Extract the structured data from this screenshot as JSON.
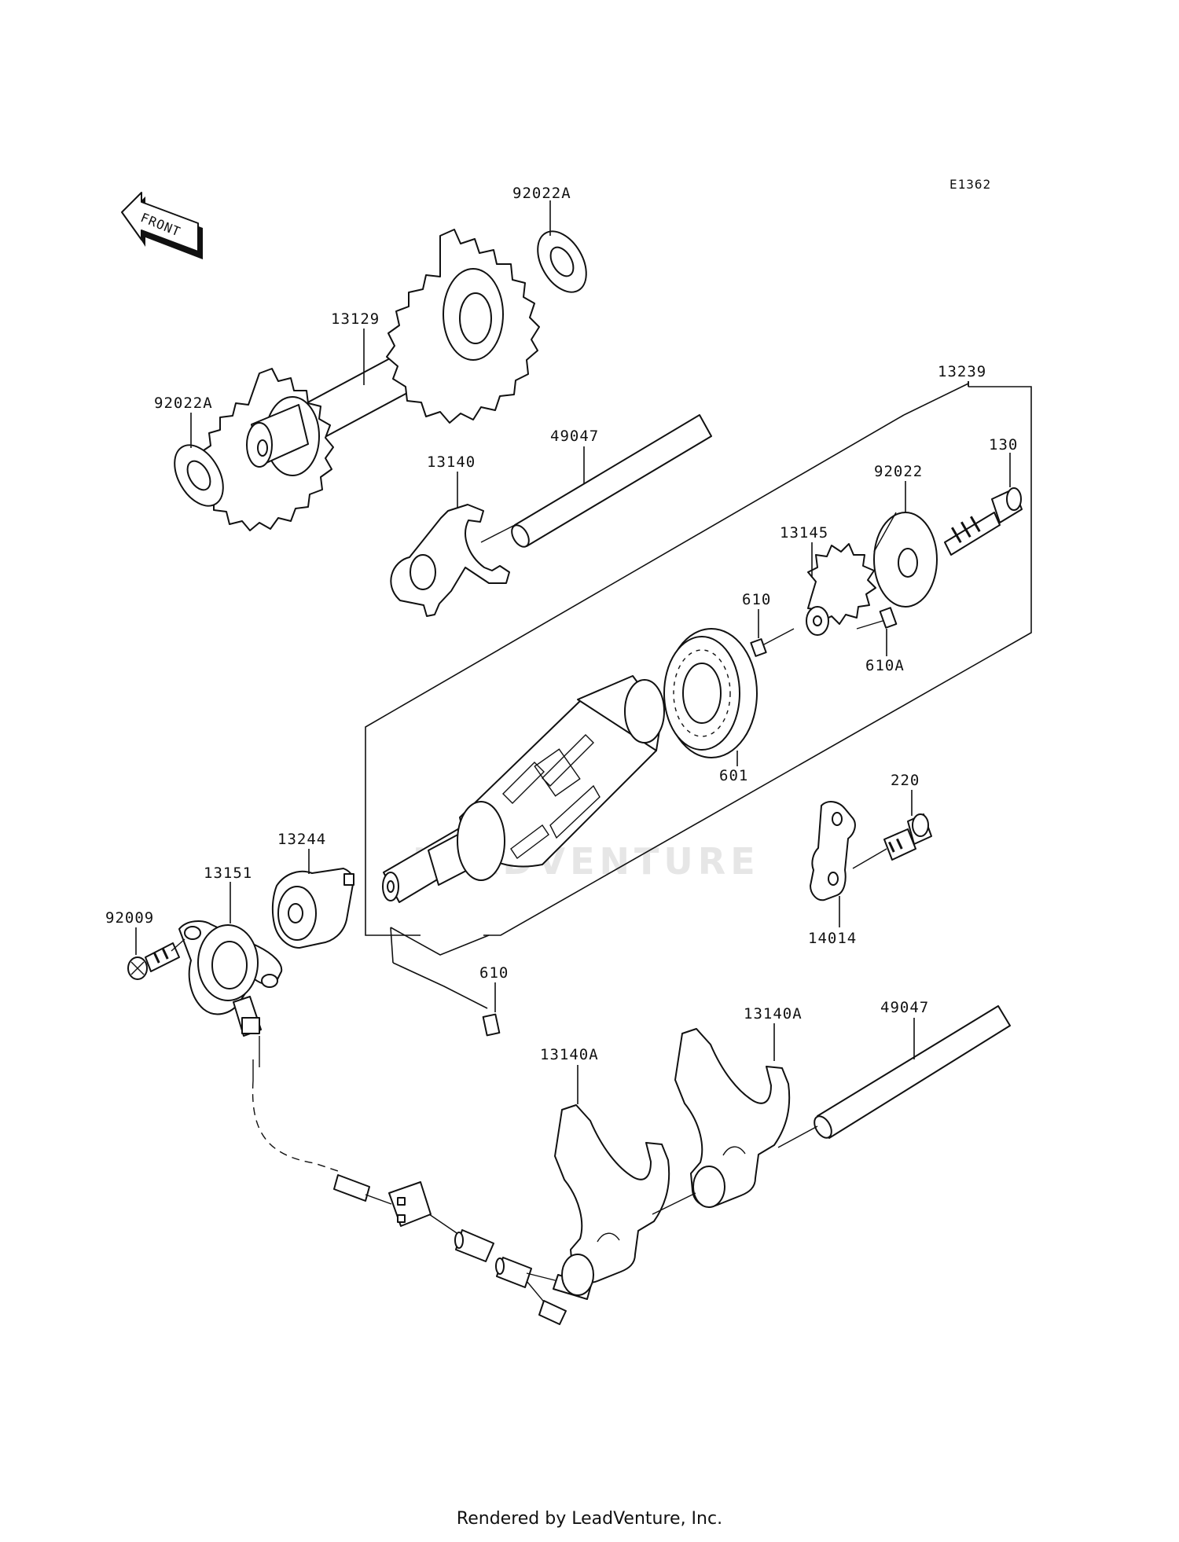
{
  "diagram_code": "E1362",
  "front_label": "FRONT",
  "watermark": "LEADVENTURE",
  "footer": "Rendered by LeadVenture, Inc.",
  "callouts": {
    "c92022A_top": "92022A",
    "c13129": "13129",
    "c92022A_left": "92022A",
    "c49047_top": "49047",
    "c13140": "13140",
    "c13239": "13239",
    "c130": "130",
    "c92022": "92022",
    "c13145": "13145",
    "c610_top": "610",
    "c610A": "610A",
    "c601": "601",
    "c220": "220",
    "c14014": "14014",
    "c13244": "13244",
    "c13151": "13151",
    "c92009": "92009",
    "c610_bottom": "610",
    "c49047_bottom": "49047",
    "c13140A_right": "13140A",
    "c13140A_left": "13140A"
  }
}
